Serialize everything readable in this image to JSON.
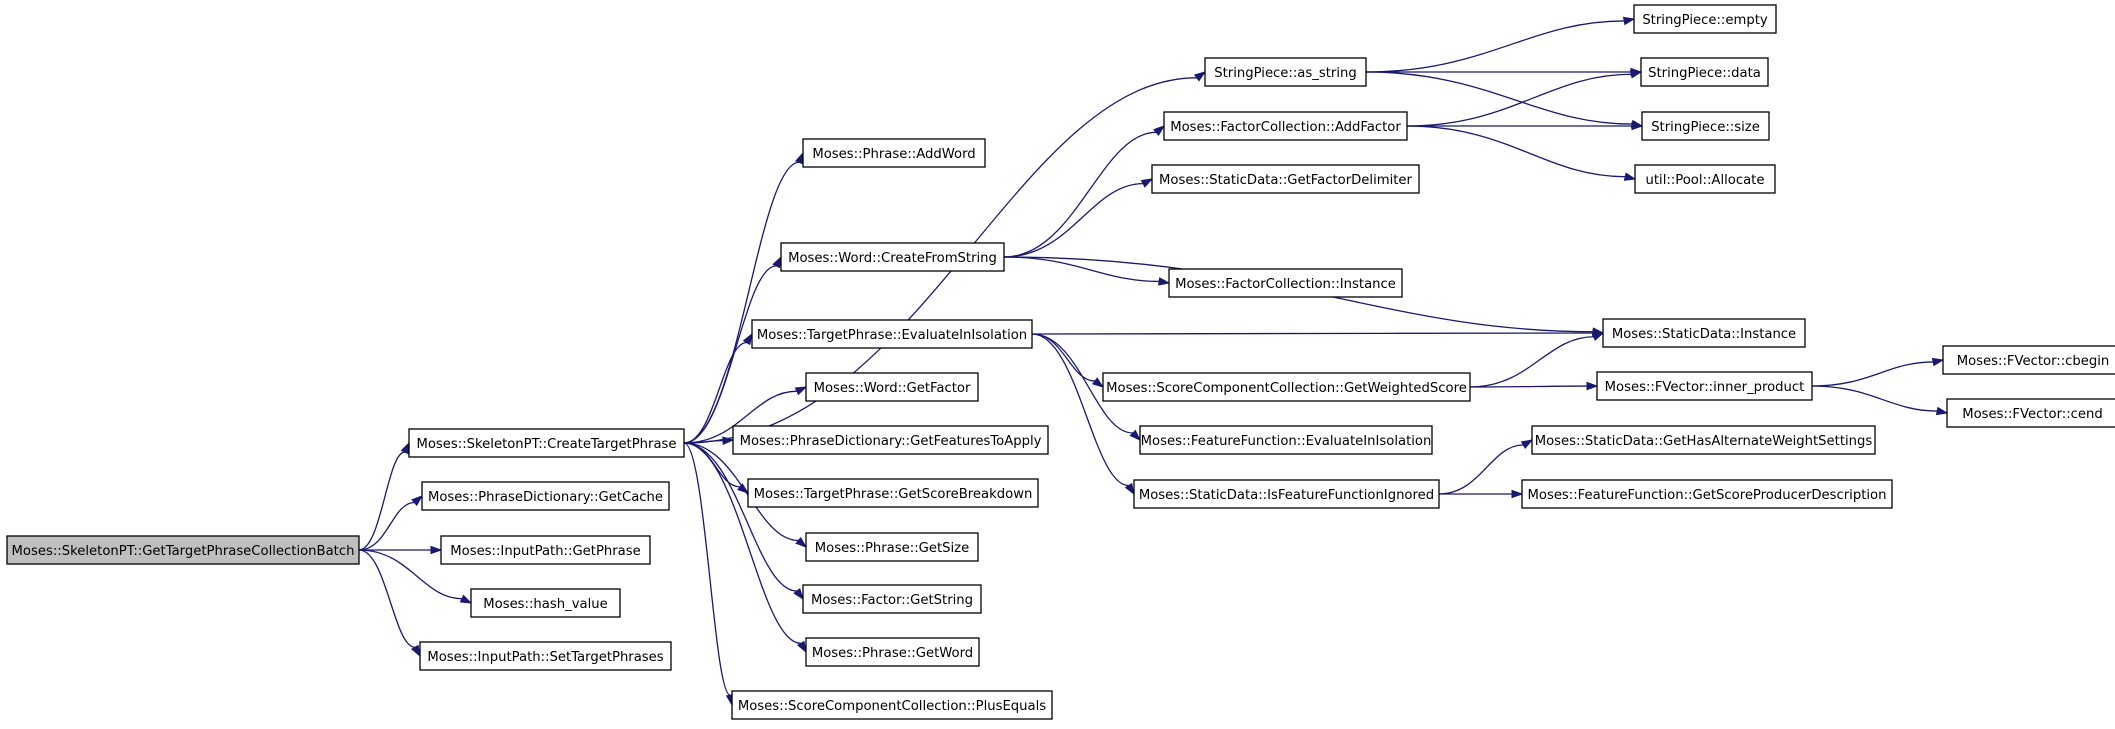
{
  "graph": {
    "nodes": [
      {
        "id": "n0",
        "label": "Moses::SkeletonPT::GetTargetPhraseCollectionBatch",
        "highlight": true
      },
      {
        "id": "n1",
        "label": "Moses::SkeletonPT::CreateTargetPhrase"
      },
      {
        "id": "n2",
        "label": "Moses::PhraseDictionary::GetCache"
      },
      {
        "id": "n3",
        "label": "Moses::InputPath::GetPhrase"
      },
      {
        "id": "n4",
        "label": "Moses::hash_value"
      },
      {
        "id": "n5",
        "label": "Moses::InputPath::SetTargetPhrases"
      },
      {
        "id": "n6",
        "label": "Moses::Phrase::AddWord"
      },
      {
        "id": "n7",
        "label": "StringPiece::as_string"
      },
      {
        "id": "n8",
        "label": "Moses::Word::CreateFromString"
      },
      {
        "id": "n9",
        "label": "Moses::TargetPhrase::EvaluateInIsolation"
      },
      {
        "id": "n10",
        "label": "Moses::Word::GetFactor"
      },
      {
        "id": "n11",
        "label": "Moses::PhraseDictionary::GetFeaturesToApply"
      },
      {
        "id": "n12",
        "label": "Moses::TargetPhrase::GetScoreBreakdown"
      },
      {
        "id": "n13",
        "label": "Moses::Phrase::GetSize"
      },
      {
        "id": "n14",
        "label": "Moses::Factor::GetString"
      },
      {
        "id": "n15",
        "label": "Moses::Phrase::GetWord"
      },
      {
        "id": "n16",
        "label": "Moses::ScoreComponentCollection::PlusEquals"
      },
      {
        "id": "n17",
        "label": "StringPiece::empty"
      },
      {
        "id": "n18",
        "label": "StringPiece::data"
      },
      {
        "id": "n19",
        "label": "StringPiece::size"
      },
      {
        "id": "n20",
        "label": "Moses::FactorCollection::AddFactor"
      },
      {
        "id": "n21",
        "label": "util::Pool::Allocate"
      },
      {
        "id": "n22",
        "label": "Moses::StaticData::GetFactorDelimiter"
      },
      {
        "id": "n23",
        "label": "Moses::FactorCollection::Instance"
      },
      {
        "id": "n24",
        "label": "Moses::StaticData::Instance"
      },
      {
        "id": "n25",
        "label": "Moses::ScoreComponentCollection::GetWeightedScore"
      },
      {
        "id": "n26",
        "label": "Moses::FeatureFunction::EvaluateInIsolation"
      },
      {
        "id": "n27",
        "label": "Moses::StaticData::IsFeatureFunctionIgnored"
      },
      {
        "id": "n28",
        "label": "Moses::FVector::inner_product"
      },
      {
        "id": "n29",
        "label": "Moses::FVector::cbegin"
      },
      {
        "id": "n30",
        "label": "Moses::FVector::cend"
      },
      {
        "id": "n31",
        "label": "Moses::StaticData::GetHasAlternateWeightSettings"
      },
      {
        "id": "n32",
        "label": "Moses::FeatureFunction::GetScoreProducerDescription"
      }
    ],
    "edges": [
      {
        "from": "n0",
        "to": "n1"
      },
      {
        "from": "n0",
        "to": "n2"
      },
      {
        "from": "n0",
        "to": "n3"
      },
      {
        "from": "n0",
        "to": "n4"
      },
      {
        "from": "n0",
        "to": "n5"
      },
      {
        "from": "n1",
        "to": "n6"
      },
      {
        "from": "n1",
        "to": "n7"
      },
      {
        "from": "n1",
        "to": "n8"
      },
      {
        "from": "n1",
        "to": "n9"
      },
      {
        "from": "n1",
        "to": "n10"
      },
      {
        "from": "n1",
        "to": "n11"
      },
      {
        "from": "n1",
        "to": "n12"
      },
      {
        "from": "n1",
        "to": "n13"
      },
      {
        "from": "n1",
        "to": "n14"
      },
      {
        "from": "n1",
        "to": "n15"
      },
      {
        "from": "n1",
        "to": "n16"
      },
      {
        "from": "n7",
        "to": "n17"
      },
      {
        "from": "n7",
        "to": "n18"
      },
      {
        "from": "n7",
        "to": "n19"
      },
      {
        "from": "n8",
        "to": "n20"
      },
      {
        "from": "n8",
        "to": "n22"
      },
      {
        "from": "n8",
        "to": "n23"
      },
      {
        "from": "n8",
        "to": "n24"
      },
      {
        "from": "n20",
        "to": "n18"
      },
      {
        "from": "n20",
        "to": "n19"
      },
      {
        "from": "n20",
        "to": "n21"
      },
      {
        "from": "n9",
        "to": "n24"
      },
      {
        "from": "n9",
        "to": "n25"
      },
      {
        "from": "n9",
        "to": "n26"
      },
      {
        "from": "n9",
        "to": "n27"
      },
      {
        "from": "n25",
        "to": "n24"
      },
      {
        "from": "n25",
        "to": "n28"
      },
      {
        "from": "n28",
        "to": "n29"
      },
      {
        "from": "n28",
        "to": "n30"
      },
      {
        "from": "n27",
        "to": "n31"
      },
      {
        "from": "n27",
        "to": "n32"
      }
    ],
    "colors": {
      "edge": "#191970",
      "node_border": "#000000",
      "node_fill": "#ffffff",
      "root_fill": "#bfbfbf"
    }
  }
}
